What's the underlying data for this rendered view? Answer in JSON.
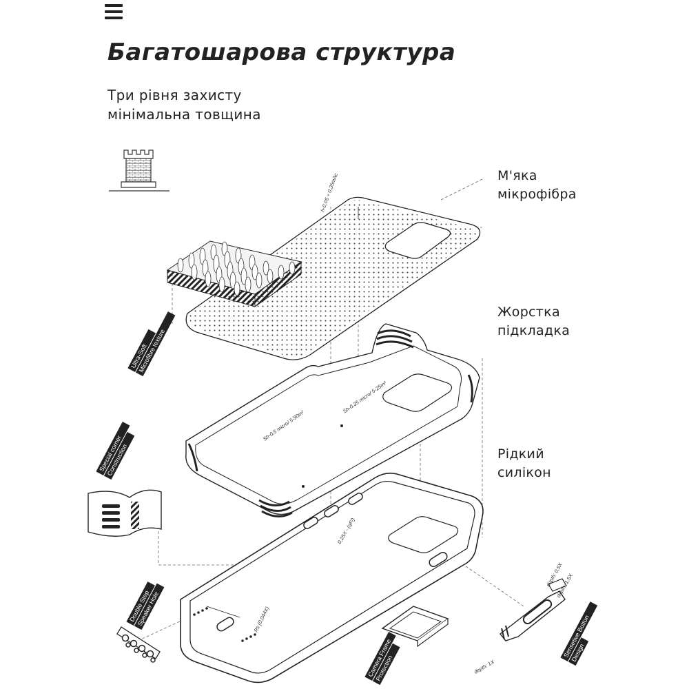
{
  "header": {
    "menu_icon": "hamburger-menu-icon",
    "title": "Багатошарова структура",
    "subtitle_line1": "Три рівня захисту",
    "subtitle_line2": "мінімальна товщина"
  },
  "layers": {
    "layer1_line1": "М'яка",
    "layer1_line2": "мікрофібра",
    "layer2_line1": "Жорстка",
    "layer2_line2": "підкладка",
    "layer3_line1": "Рідкий",
    "layer3_line2": "силікон"
  },
  "callouts": {
    "microfibre_line1": "Ultra-Soft",
    "microfibre_line2": "Microfibre texture",
    "corner_line1": "Special corner",
    "corner_line2": "Construction",
    "speaker_line1": "Double Step",
    "speaker_line2": "Speaker Hole",
    "camera_line1": "Camera Frame",
    "camera_line2": "Protection",
    "button_line1": "Sensetive Button",
    "button_line2": "Design"
  },
  "dimensions": {
    "microfibre_thickness": "h-0,05 ÷ 0,35mAc",
    "inner_thickness_1": "Sh-0,35 micro/ 5-25m²",
    "inner_thickness_2": "Sh-0,5 micro/ 5-90m²",
    "silicone_value": "0,25X - (qF/)",
    "frame_width": "Rs (0,044X)",
    "button_depth_1": "depth: 0,5X",
    "button_depth_2": "depth: 1,5X",
    "button_depth_3": "depth: 1X"
  },
  "icons": {
    "tower": "castle-tower-icon"
  },
  "colors": {
    "text": "#222222",
    "background": "#ffffff",
    "line": "#2a2a2a",
    "dashed": "#555555"
  }
}
